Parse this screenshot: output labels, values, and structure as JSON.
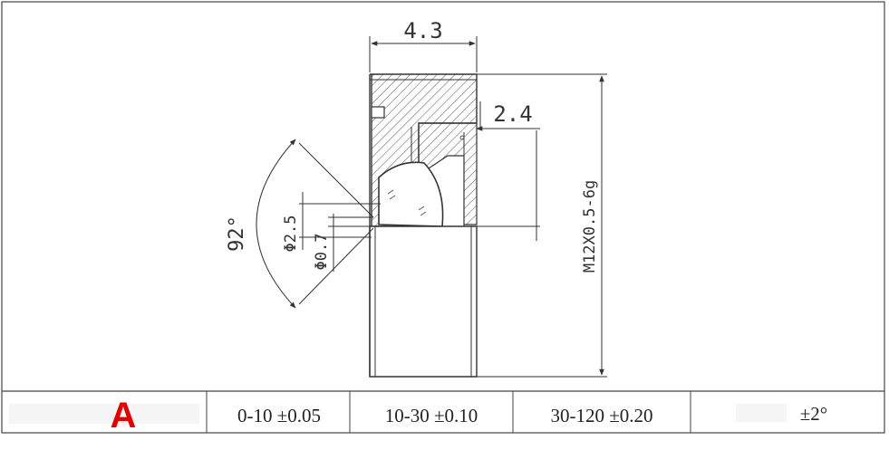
{
  "drawing": {
    "width_dim": "4.3",
    "inner_dim": "2.4",
    "angle_dim": "92°",
    "dia_outer": "Φ2.5",
    "dia_inner": "Φ0.7",
    "thread_spec": "M12X0.5-6g"
  },
  "tolerance_table": {
    "mark": "A",
    "cells": [
      "0-10 ±0.05",
      "10-30 ±0.10",
      "30-120 ±0.20",
      "±2°"
    ]
  },
  "colors": {
    "line": "#333333",
    "hatch": "#666666",
    "mark": "#e00000"
  }
}
